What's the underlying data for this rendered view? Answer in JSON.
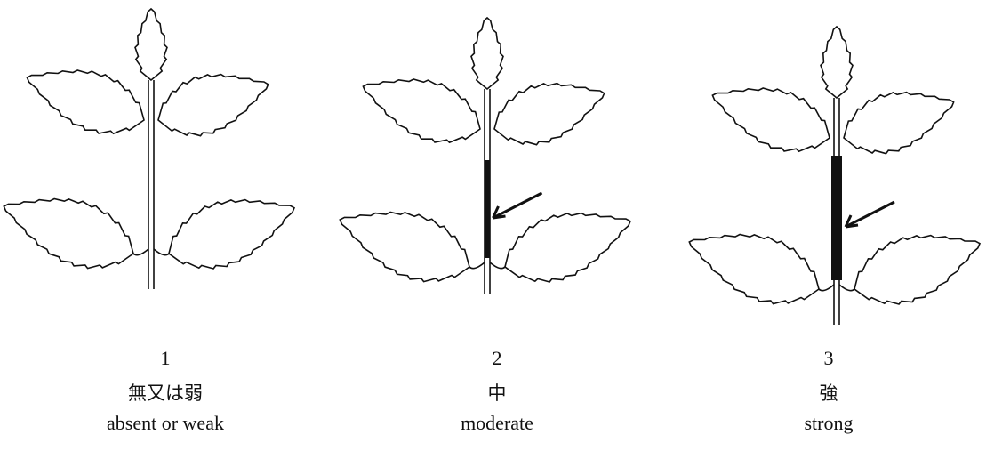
{
  "figure": {
    "panels": [
      {
        "number": "1",
        "label_ja": "無又は弱",
        "label_en": "absent or weak",
        "pigmentation_level": 0
      },
      {
        "number": "2",
        "label_ja": "中",
        "label_en": "moderate",
        "pigmentation_level": 1
      },
      {
        "number": "3",
        "label_ja": "強",
        "label_en": "strong",
        "pigmentation_level": 2
      }
    ]
  }
}
